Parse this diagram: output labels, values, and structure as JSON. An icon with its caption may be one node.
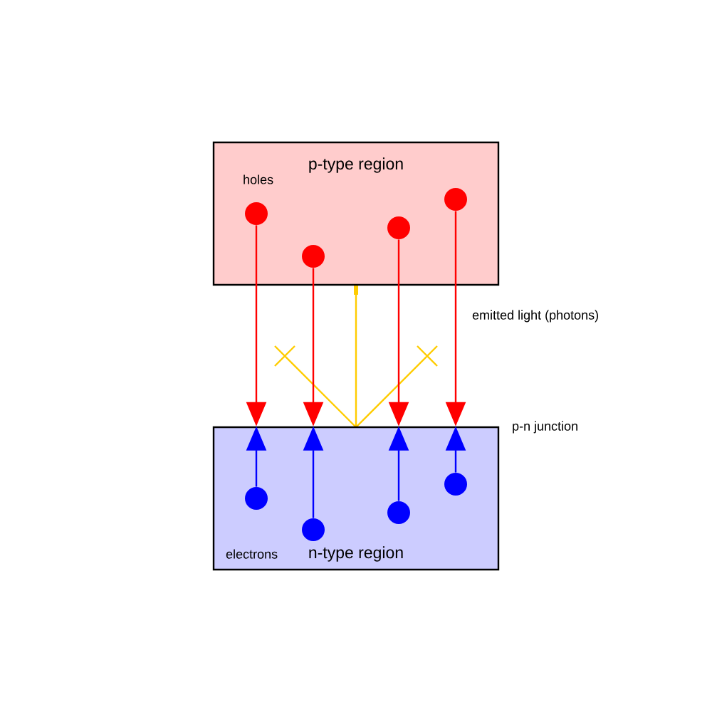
{
  "diagram": {
    "nodes": [
      {
        "text": [
          "holes",
          "p-type region"
        ]
      },
      {
        "text": [
          "electrons",
          "n-type region"
        ]
      },
      {
        "text": [],
        "shape": "circle",
        "in": 0
      },
      {
        "text": [],
        "shape": "circle",
        "in": 0
      },
      {
        "text": [],
        "shape": "circle",
        "in": 0
      },
      {
        "text": [],
        "shape": "circle",
        "in": 0
      },
      {
        "text": [],
        "shape": "circle",
        "in": 1
      },
      {
        "text": [],
        "shape": "circle",
        "in": 1
      },
      {
        "text": [],
        "shape": "circle",
        "in": 1
      },
      {
        "text": [],
        "shape": "circle",
        "in": 1
      }
    ],
    "edges": [
      {
        "from": 2,
        "to": 1,
        "arrow": "to",
        "color": "#ff0000"
      },
      {
        "from": 3,
        "to": 1,
        "arrow": "to",
        "color": "#ff0000"
      },
      {
        "from": 4,
        "to": 1,
        "arrow": "to",
        "color": "#ff0000"
      },
      {
        "from": 5,
        "to": 1,
        "arrow": "to",
        "color": "#ff0000"
      },
      {
        "from": 6,
        "to": 1,
        "arrow": "to",
        "color": "#0000ff"
      },
      {
        "from": 7,
        "to": 1,
        "arrow": "to",
        "color": "#0000ff"
      },
      {
        "from": 8,
        "to": 1,
        "arrow": "to",
        "color": "#0000ff"
      },
      {
        "from": 9,
        "to": 1,
        "arrow": "to",
        "color": "#0000ff"
      }
    ],
    "labels": [
      "emitted light (photons)",
      "p-n junction"
    ]
  }
}
